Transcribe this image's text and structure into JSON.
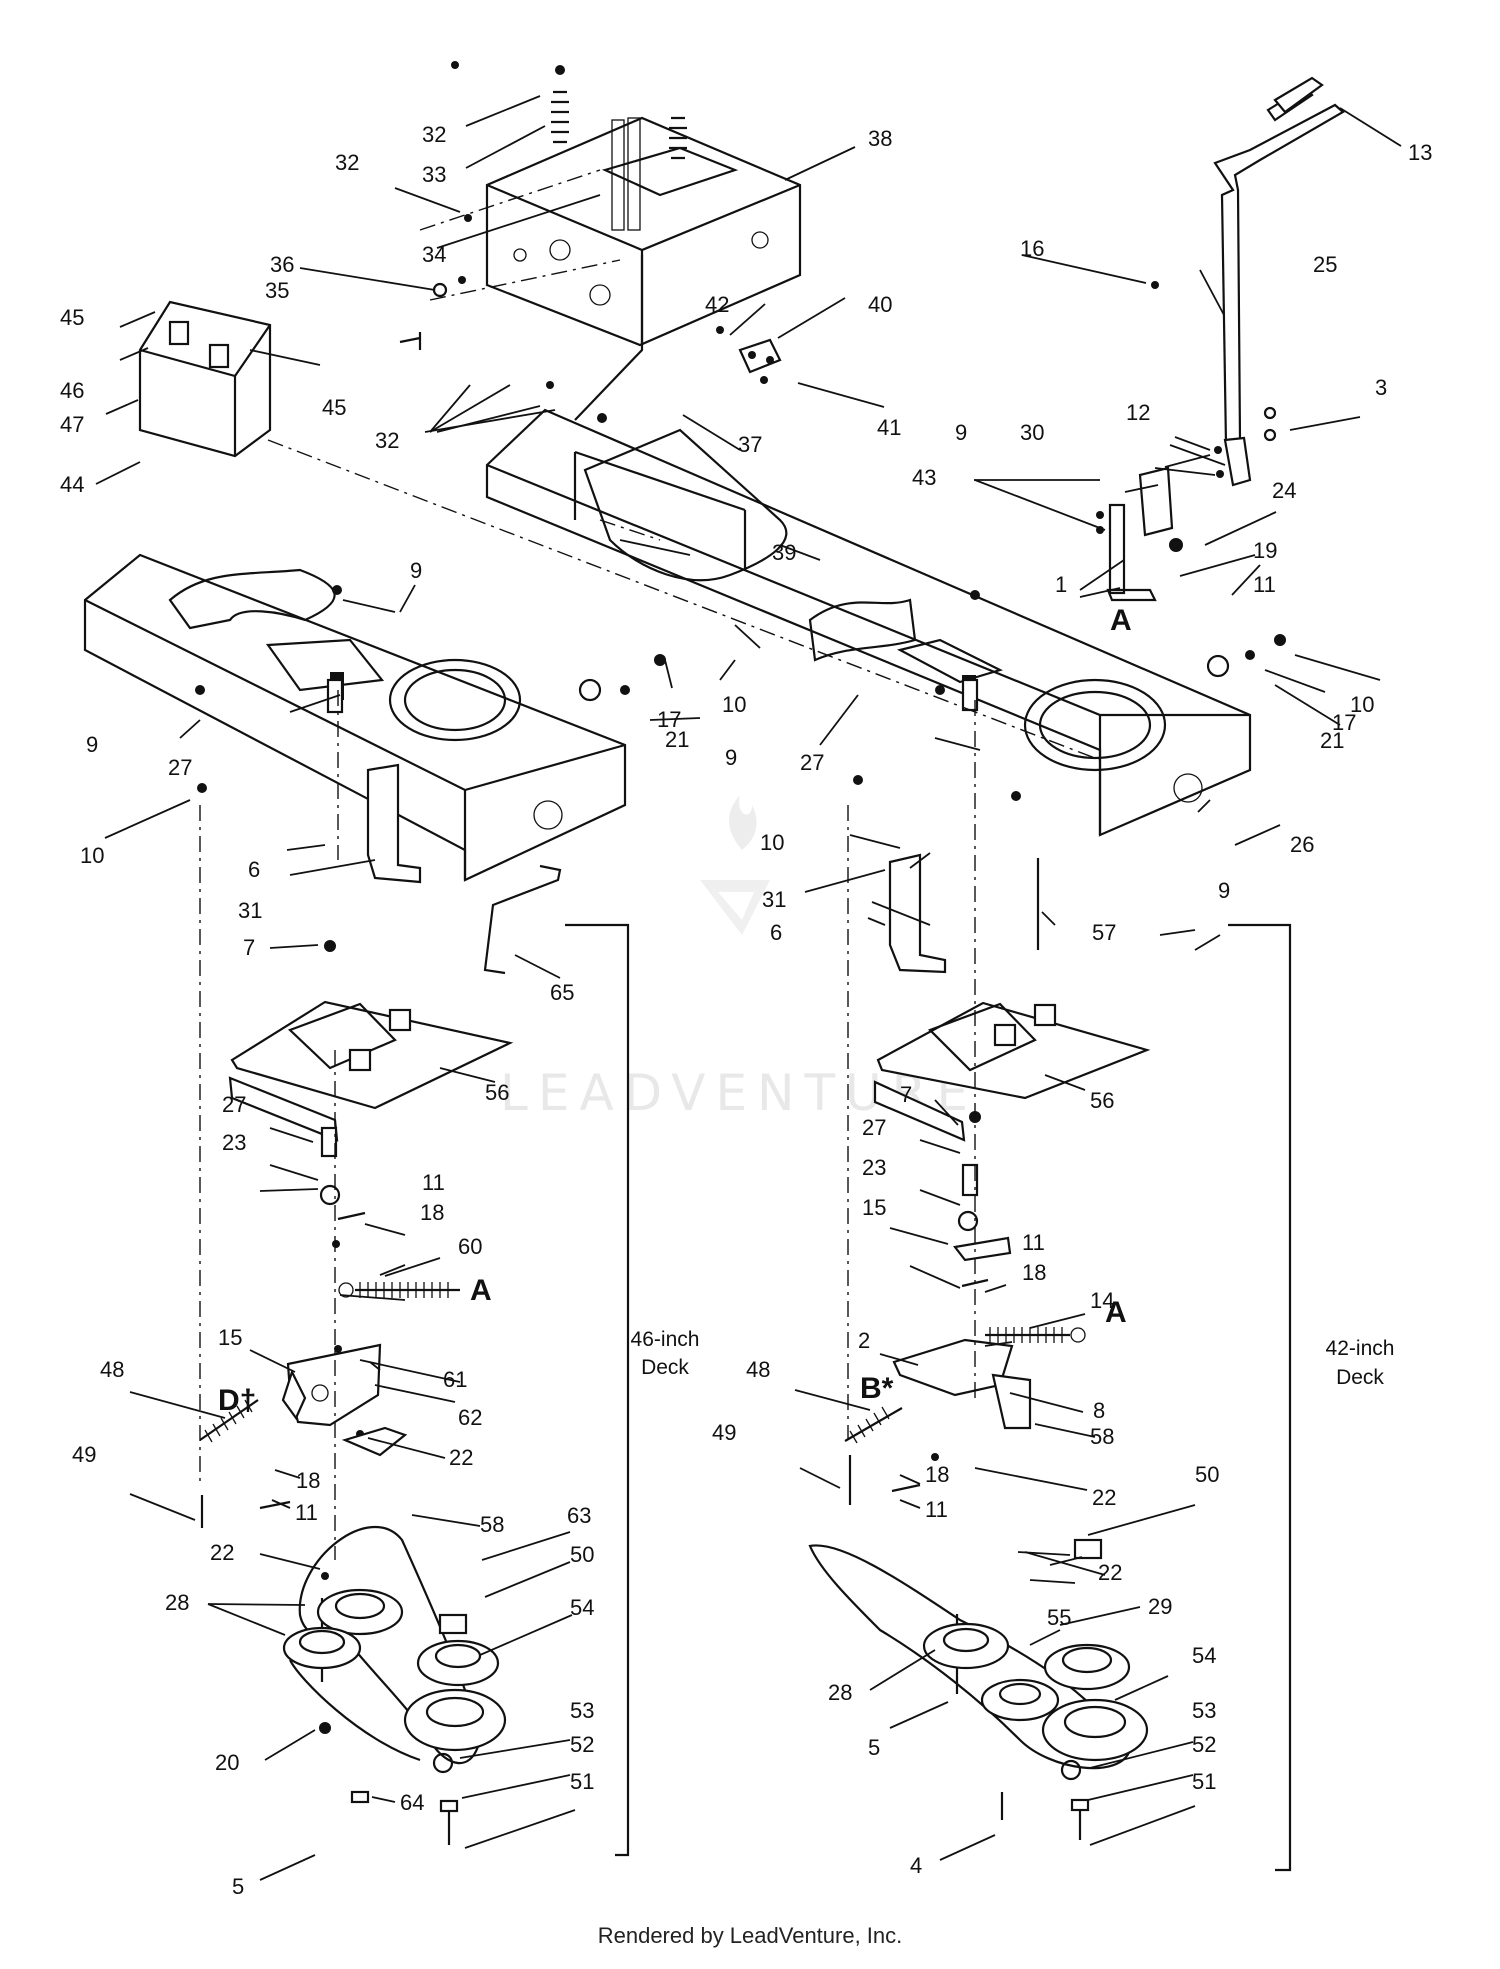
{
  "footer": "Rendered by LeadVenture, Inc.",
  "watermark": "LEADVENTURE",
  "deck_labels": {
    "left_deck_line1": "46-inch",
    "left_deck_line2": "Deck",
    "right_deck_line1": "42-inch",
    "right_deck_line2": "Deck"
  },
  "detail_letters": {
    "a_top": "A",
    "a_left": "A",
    "a_right": "A",
    "d_mark": "D†",
    "b_mark": "B*"
  },
  "callouts": {
    "c32a": "32",
    "c33": "33",
    "c32b": "32",
    "c38": "38",
    "c13": "13",
    "c34": "34",
    "c36": "36",
    "c35": "35",
    "c42": "42",
    "c40": "40",
    "c16": "16",
    "c25": "25",
    "c45a": "45",
    "c46": "46",
    "c47": "47",
    "c45b": "45",
    "c44": "44",
    "c32c": "32",
    "c37": "37",
    "c41": "41",
    "c12": "12",
    "c3": "3",
    "c9a": "9",
    "c30": "30",
    "c43": "43",
    "c24": "24",
    "c39": "39",
    "c19": "19",
    "c11a": "11",
    "c1": "1",
    "c9b": "9",
    "c10a": "10",
    "c17a": "17",
    "c10b": "10",
    "c17b": "17",
    "c9c": "9",
    "c21a": "21",
    "c9d": "9",
    "c21b": "21",
    "c27a": "27",
    "c27b": "27",
    "c26": "26",
    "c10c": "10",
    "c10d": "10",
    "c6a": "6",
    "c31a": "31",
    "c31b": "31",
    "c9e": "9",
    "c6b": "6",
    "c57": "57",
    "c7a": "7",
    "c65": "65",
    "c56a": "56",
    "c56b": "56",
    "c7b": "7",
    "c27c": "27",
    "c27d": "27",
    "c23a": "23",
    "c23b": "23",
    "c11b": "11",
    "c18a": "18",
    "c15b": "15",
    "c11c": "11",
    "c60": "60",
    "c18b": "18",
    "c14": "14",
    "c2": "2",
    "c61": "61",
    "c15a": "15",
    "c48a": "48",
    "c48b": "48",
    "c62": "62",
    "c8": "8",
    "c49a": "49",
    "c49b": "49",
    "c22a": "22",
    "c58b": "58",
    "c18c": "18",
    "c18d": "18",
    "c11d": "11",
    "c11e": "11",
    "c22b": "22",
    "c58a": "58",
    "c50b": "50",
    "c63": "63",
    "c22c": "22",
    "c22d": "22",
    "c28a": "28",
    "c50a": "50",
    "c55": "55",
    "c29": "29",
    "c54a": "54",
    "c54b": "54",
    "c28b": "28",
    "c53a": "53",
    "c53b": "53",
    "c20": "20",
    "c5b": "5",
    "c52a": "52",
    "c52b": "52",
    "c64": "64",
    "c51a": "51",
    "c51b": "51",
    "c4": "4",
    "c5a": "5"
  }
}
